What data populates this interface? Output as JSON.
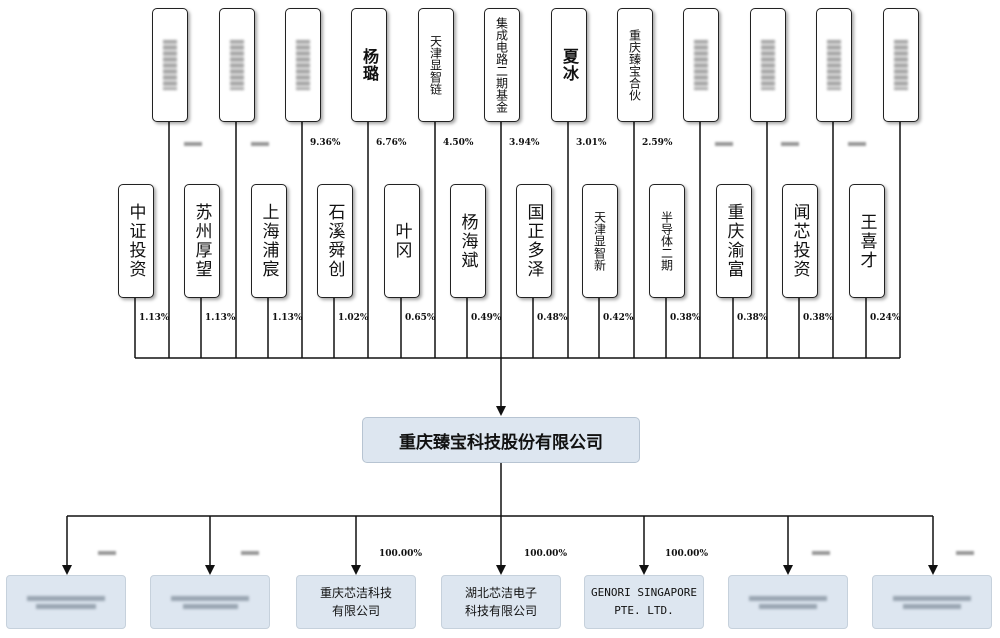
{
  "top_shareholders": [
    {
      "label": "",
      "redacted": true
    },
    {
      "label": "",
      "redacted": true
    },
    {
      "label": "",
      "redacted": true
    },
    {
      "label": "杨璐",
      "redacted": false,
      "pct": "9.36%"
    },
    {
      "label": "天津显智链",
      "redacted": false,
      "pct": "6.76%"
    },
    {
      "label": "集成电路二期基金",
      "redacted": false,
      "pct": "4.50%"
    },
    {
      "label": "夏冰",
      "redacted": false,
      "pct": "3.94%"
    },
    {
      "label": "重庆臻宝合伙",
      "redacted": false,
      "pct": "3.01%"
    },
    {
      "label": "",
      "redacted": true,
      "pct": "2.59%"
    },
    {
      "label": "",
      "redacted": true
    },
    {
      "label": "",
      "redacted": true
    },
    {
      "label": "",
      "redacted": true
    }
  ],
  "mid_shareholders": [
    {
      "label": "中证投资",
      "pct": "1.13%"
    },
    {
      "label": "苏州厚望",
      "pct": "1.13%"
    },
    {
      "label": "上海浦宸",
      "pct": "1.13%"
    },
    {
      "label": "石溪舜创",
      "pct": "1.02%"
    },
    {
      "label": "叶冈",
      "pct": "0.65%"
    },
    {
      "label": "杨海斌",
      "pct": "0.49%"
    },
    {
      "label": "国正多泽",
      "pct": "0.48%"
    },
    {
      "label": "天津显智新",
      "pct": "0.42%"
    },
    {
      "label": "半导体二期",
      "pct": "0.38%"
    },
    {
      "label": "重庆渝富",
      "pct": "0.38%"
    },
    {
      "label": "闻芯投资",
      "pct": "0.38%"
    },
    {
      "label": "王喜才",
      "pct": "0.24%"
    }
  ],
  "company": {
    "name": "重庆臻宝科技股份有限公司"
  },
  "subsidiaries": [
    {
      "line1": "",
      "line2": "",
      "redacted": true,
      "pct": ""
    },
    {
      "line1": "",
      "line2": "",
      "redacted": true,
      "pct": ""
    },
    {
      "line1": "重庆芯洁科技",
      "line2": "有限公司",
      "redacted": false,
      "pct": "100.00%"
    },
    {
      "line1": "湖北芯洁电子",
      "line2": "科技有限公司",
      "redacted": false,
      "pct": "100.00%"
    },
    {
      "line1": "GENORI SINGAPORE",
      "line2": "PTE. LTD.",
      "redacted": false,
      "pct": "100.00%"
    },
    {
      "line1": "",
      "line2": "",
      "redacted": true,
      "pct": ""
    },
    {
      "line1": "",
      "line2": "",
      "redacted": true,
      "pct": ""
    }
  ]
}
